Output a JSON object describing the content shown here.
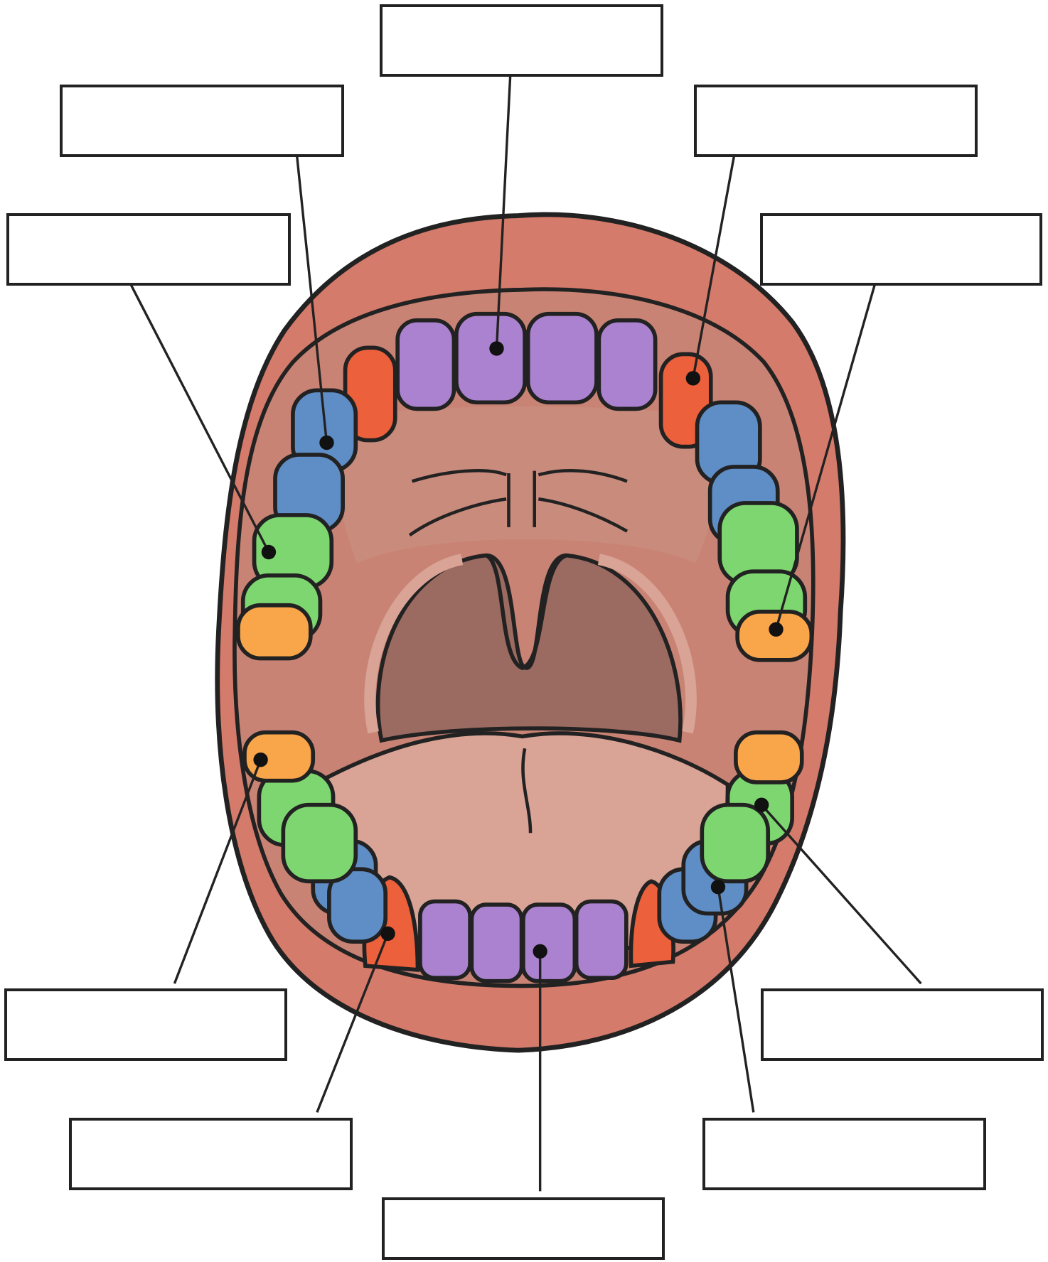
{
  "colors": {
    "outline": "#222222",
    "lip": "#d47b6b",
    "inner_mouth": "#c98374",
    "throat": "#9b6a60",
    "tongue": "#d9a396",
    "palate": "#c98b7c",
    "incisor": "#ab82d0",
    "canine": "#ec603c",
    "premolar": "#5f8dc6",
    "molar": "#7dd66f",
    "wisdom_tooth": "#f9a54a"
  },
  "labels": [
    {
      "id": "top-center",
      "text": ""
    },
    {
      "id": "top-left",
      "text": ""
    },
    {
      "id": "top-right",
      "text": ""
    },
    {
      "id": "upper-left",
      "text": ""
    },
    {
      "id": "upper-right",
      "text": ""
    },
    {
      "id": "lower-left",
      "text": ""
    },
    {
      "id": "lower-right",
      "text": ""
    },
    {
      "id": "bottom-left",
      "text": ""
    },
    {
      "id": "bottom-right",
      "text": ""
    },
    {
      "id": "bottom-center",
      "text": ""
    }
  ]
}
